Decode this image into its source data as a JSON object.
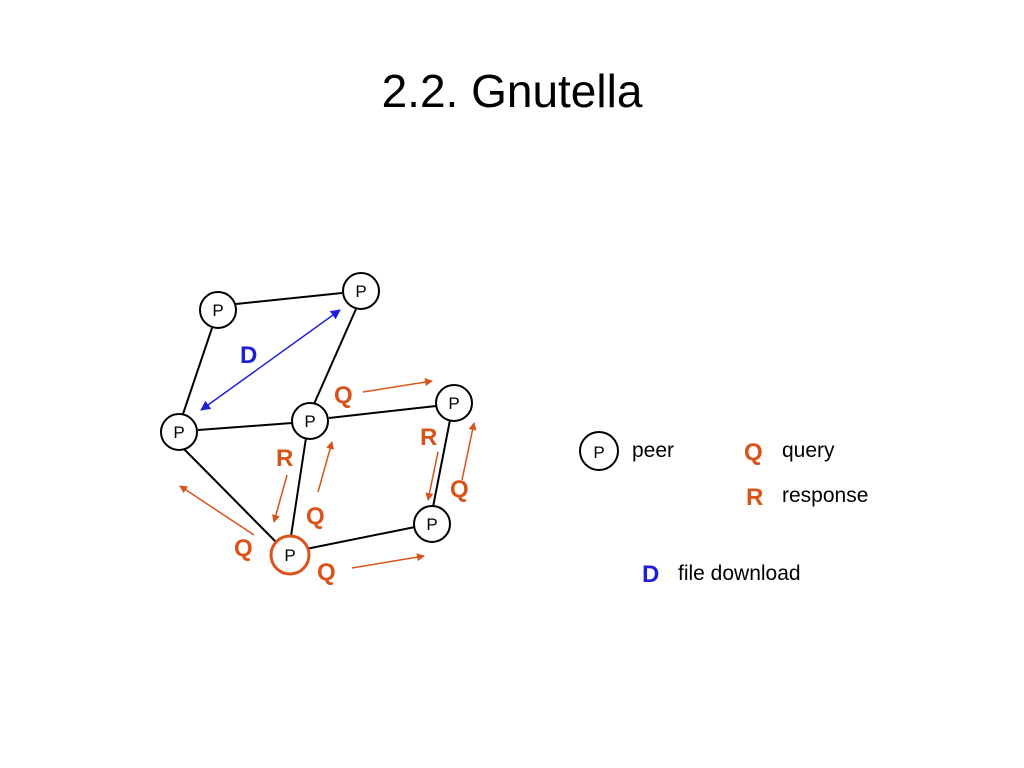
{
  "title": "2.2. Gnutella",
  "peer_label": "P",
  "letters": {
    "query": "Q",
    "response": "R",
    "download": "D"
  },
  "legend": {
    "peer": "peer",
    "query": "query",
    "response": "response",
    "download": "file download"
  },
  "colors": {
    "query": "#d9531a",
    "response": "#d9531a",
    "download": "#1f1fd6",
    "peer_outline": "#000000",
    "requesting_peer_outline": "#d9531a",
    "link": "#000000"
  }
}
